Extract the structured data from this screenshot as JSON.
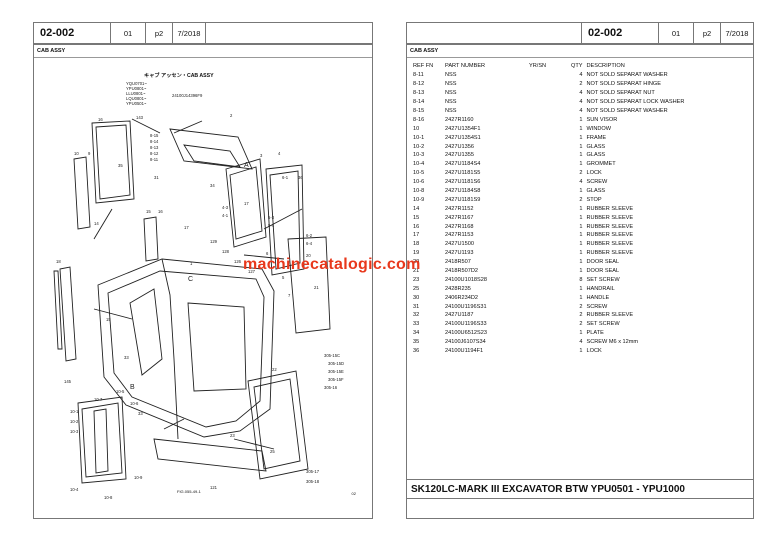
{
  "left_page": {
    "header": {
      "code": "02-002",
      "col2": "01",
      "col3": "p2",
      "col4": "7/2018"
    },
    "section_title": "CAB ASSY",
    "diagram": {
      "title": "キャブ アッセン・CAB ASSY",
      "serials": [
        "YQU0701~",
        "YPU0801~",
        "LLU0801~",
        "LQU0801~",
        "YPU0501~"
      ],
      "assembly_no": "24100J14396F9",
      "figure_no": "FIG.055-49-1",
      "page_no": "02",
      "labels": [
        "143",
        "8-15",
        "8-14",
        "8-13",
        "8-12",
        "8-11",
        "2",
        "3",
        "4",
        "16",
        "35",
        "9",
        "1",
        "10-1",
        "10-2",
        "10-3",
        "10-4",
        "10-5",
        "10-6",
        "10-7",
        "10-8",
        "10-9",
        "14",
        "15",
        "17",
        "20",
        "21",
        "22",
        "23",
        "25",
        "31",
        "33",
        "34",
        "36",
        "17",
        "6",
        "5",
        "7",
        "A",
        "B",
        "C",
        "305-15C",
        "305-15D",
        "305-15E",
        "305-15F",
        "305-16",
        "305-17",
        "305-18",
        "121",
        "129",
        "128",
        "126",
        "127",
        "145",
        "6-1",
        "6-2",
        "6-4",
        "5-3",
        "5-4",
        "4-3",
        "4-1",
        "10",
        "18",
        "15",
        "16",
        "33"
      ]
    }
  },
  "right_page": {
    "header": {
      "code": "02-002",
      "col2": "01",
      "col3": "p2",
      "col4": "7/2018"
    },
    "section_title": "CAB ASSY",
    "columns": [
      "REF FN",
      "PART NUMBER",
      "YR/SN",
      "QTY",
      "DESCRIPTION"
    ],
    "rows": [
      [
        "8-11",
        "NSS",
        "",
        "4",
        "NOT SOLD SEPARAT  WASHER"
      ],
      [
        "8-12",
        "NSS",
        "",
        "2",
        "NOT SOLD SEPARAT  HINGE"
      ],
      [
        "8-13",
        "NSS",
        "",
        "4",
        "NOT SOLD SEPARAT  NUT"
      ],
      [
        "8-14",
        "NSS",
        "",
        "4",
        "NOT SOLD SEPARAT  LOCK WASHER"
      ],
      [
        "8-15",
        "NSS",
        "",
        "4",
        "NOT SOLD SEPARAT  WASHER"
      ],
      [
        "8-16",
        "2427R1160",
        "",
        "1",
        "SUN VISOR"
      ],
      [
        "10",
        "2427U1354F1",
        "",
        "1",
        "WINDOW"
      ],
      [
        "10-1",
        "2427U1354S1",
        "",
        "1",
        "FRAME"
      ],
      [
        "10-2",
        "2427U1356",
        "",
        "1",
        "GLASS"
      ],
      [
        "10-3",
        "2427U1355",
        "",
        "1",
        "GLASS"
      ],
      [
        "10-4",
        "2427U1184S4",
        "",
        "1",
        "GROMMET"
      ],
      [
        "10-5",
        "2427U1181S5",
        "",
        "2",
        "LOCK"
      ],
      [
        "10-6",
        "2427U1181S6",
        "",
        "4",
        "SCREW"
      ],
      [
        "10-8",
        "2427U1184S8",
        "",
        "1",
        "GLASS"
      ],
      [
        "10-9",
        "2427U1181S9",
        "",
        "2",
        "STOP"
      ],
      [
        "14",
        "2427R1152",
        "",
        "1",
        "RUBBER SLEEVE"
      ],
      [
        "15",
        "2427R1167",
        "",
        "1",
        "RUBBER SLEEVE"
      ],
      [
        "16",
        "2427R1168",
        "",
        "1",
        "RUBBER SLEEVE"
      ],
      [
        "17",
        "2427R1153",
        "",
        "1",
        "RUBBER SLEEVE"
      ],
      [
        "18",
        "2427U1500",
        "",
        "1",
        "RUBBER SLEEVE"
      ],
      [
        "19",
        "2427U1193",
        "",
        "1",
        "RUBBER SLEEVE"
      ],
      [
        "20",
        "2418R507",
        "",
        "1",
        "DOOR SEAL"
      ],
      [
        "21",
        "2418R507D2",
        "",
        "1",
        "DOOR SEAL"
      ],
      [
        "23",
        "24100U1018S28",
        "",
        "8",
        "SET SCREW"
      ],
      [
        "25",
        "2428R235",
        "",
        "1",
        "HANDRAIL"
      ],
      [
        "30",
        "2406R234D2",
        "",
        "1",
        "HANDLE"
      ],
      [
        "31",
        "24100U1196S31",
        "",
        "2",
        "SCREW"
      ],
      [
        "32",
        "2427U1187",
        "",
        "2",
        "RUBBER SLEEVE"
      ],
      [
        "33",
        "24100U1196S33",
        "",
        "2",
        "SET SCREW"
      ],
      [
        "34",
        "24100U6512S23",
        "",
        "1",
        "PLATE"
      ],
      [
        "35",
        "24100J6107S34",
        "",
        "4",
        "SCREW M6 x 12mm"
      ],
      [
        "36",
        "24100U1194F1",
        "",
        "1",
        "LOCK"
      ]
    ],
    "footer": "SK120LC-MARK III EXCAVATOR BTW YPU0501 - YPU1000"
  },
  "watermark": "machinecatalogic.com",
  "colors": {
    "watermark": "#e8381c",
    "border": "#777777"
  }
}
